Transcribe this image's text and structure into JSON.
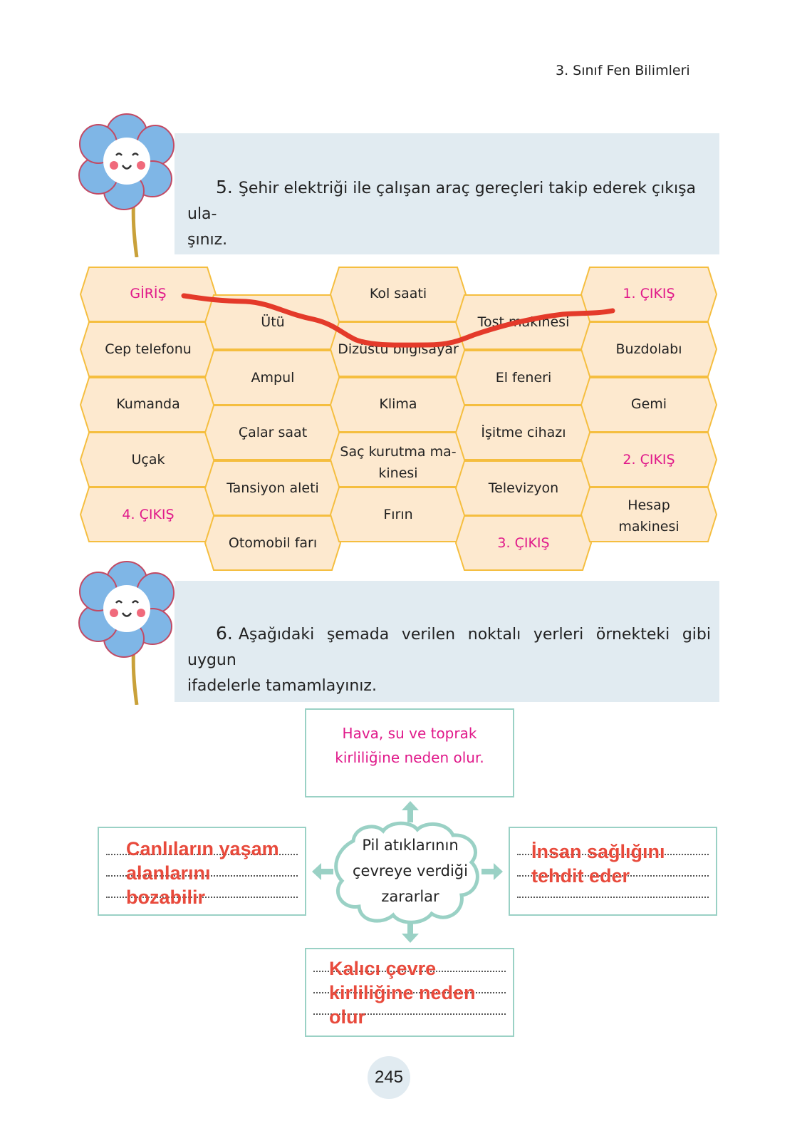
{
  "header": {
    "title": "3. Sınıf Fen Bilimleri"
  },
  "question5": {
    "number": "5.",
    "text": "Şehir elektriği ile çalışan araç gereçleri takip ederek çıkışa ula-",
    "text_cont": "şınız."
  },
  "hexes": {
    "col1": [
      "GİRİŞ",
      "Cep telefonu",
      "Kumanda",
      "Uçak",
      "4. ÇIKIŞ"
    ],
    "col2": [
      "Ütü",
      "Ampul",
      "Çalar saat",
      "Tansiyon aleti",
      "Otomobil farı"
    ],
    "col3": [
      "Kol saati",
      "Dizüstü bilgisayar",
      "Klima",
      "Saç kurutma ma-",
      "Fırın"
    ],
    "col3_extra": "kinesi",
    "col4": [
      "Tost makinesi",
      "El feneri",
      "İşitme cihazı",
      "Televizyon",
      "3. ÇIKIŞ"
    ],
    "col5": [
      "1. ÇIKIŞ",
      "Buzdolabı",
      "Gemi",
      "2. ÇIKIŞ",
      "Hesap"
    ],
    "col5_extra": "makinesi"
  },
  "colors": {
    "hex_fill": "#fde9cf",
    "hex_stroke": "#f5be3f",
    "exit_text": "#e0198a",
    "path_line": "#e43a2a",
    "teal": "#9ad1c5",
    "answer_red": "#e84a3c",
    "panel_blue": "#e1ebf1"
  },
  "question6": {
    "number": "6.",
    "text": "Aşağıdaki şemada verilen noktalı yerleri örnekteki gibi uygun",
    "text_cont": "ifadelerle tamamlayınız."
  },
  "diagram": {
    "center_line1": "Pil atıklarının",
    "center_line2": "çevreye verdiği",
    "center_line3": "zararlar",
    "top_line1": "Hava, su ve toprak",
    "top_line2": "kirliliğine neden olur.",
    "left_line1": "Canlıların yaşam",
    "left_line2": "alanlarını",
    "left_line3": "bozabilir",
    "right_line1": "İnsan sağlığını",
    "right_line2": "tehdit eder",
    "bottom_line1": "Kalıcı çevre",
    "bottom_line2": "kirliliğine neden",
    "bottom_line3": "olur"
  },
  "page_number": "245",
  "icons": [
    "flower-icon",
    "arrow-up-icon",
    "arrow-left-icon",
    "arrow-right-icon",
    "arrow-down-icon"
  ]
}
